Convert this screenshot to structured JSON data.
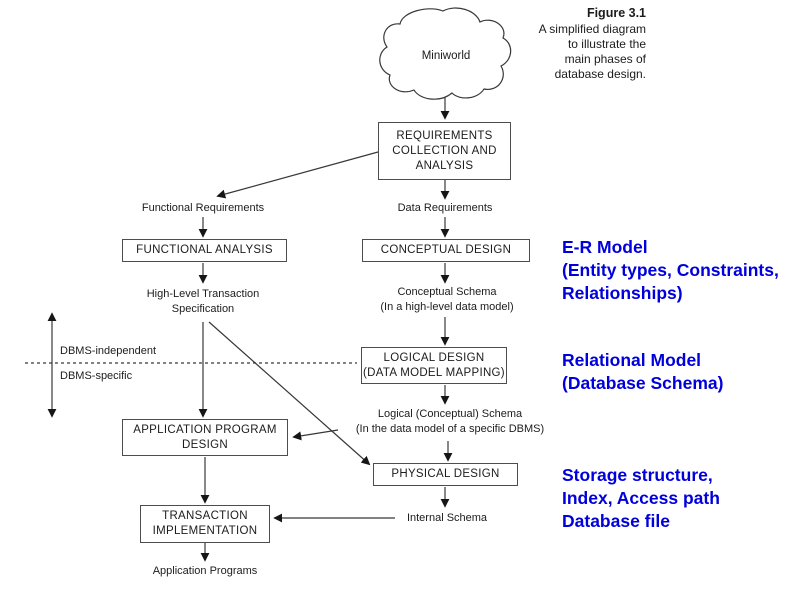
{
  "colors": {
    "annotation_blue": "#0000dc",
    "diagram_line": "#383838"
  },
  "figure_caption": {
    "title": "Figure 3.1",
    "lines": [
      "A simplified diagram",
      "to illustrate the",
      "main phases of",
      "database design."
    ]
  },
  "cloud": {
    "label": "Miniworld"
  },
  "boxes": {
    "requirements": {
      "lines": [
        "REQUIREMENTS",
        "COLLECTION AND",
        "ANALYSIS"
      ]
    },
    "functional_analysis": {
      "lines": [
        "FUNCTIONAL ANALYSIS"
      ]
    },
    "conceptual_design": {
      "lines": [
        "CONCEPTUAL DESIGN"
      ]
    },
    "logical_design": {
      "lines": [
        "LOGICAL DESIGN",
        "(DATA MODEL MAPPING)"
      ]
    },
    "application_program_design": {
      "lines": [
        "APPLICATION PROGRAM",
        "DESIGN"
      ]
    },
    "physical_design": {
      "lines": [
        "PHYSICAL DESIGN"
      ]
    },
    "transaction_implementation": {
      "lines": [
        "TRANSACTION",
        "IMPLEMENTATION"
      ]
    }
  },
  "labels": {
    "functional_requirements": "Functional Requirements",
    "data_requirements": "Data Requirements",
    "high_level_transaction": {
      "lines": [
        "High-Level Transaction",
        "Specification"
      ]
    },
    "conceptual_schema": {
      "lines": [
        "Conceptual Schema",
        "(In a high-level data model)"
      ]
    },
    "logical_schema": {
      "lines": [
        "Logical (Conceptual) Schema",
        "(In the data model of a specific DBMS)"
      ]
    },
    "internal_schema": "Internal Schema",
    "application_programs": "Application Programs",
    "dbms_independent": "DBMS-independent",
    "dbms_specific": "DBMS-specific"
  },
  "annotations": {
    "er_model": {
      "lines": [
        "E-R Model",
        "(Entity types, Constraints,",
        "Relationships)"
      ]
    },
    "relational_model": {
      "lines": [
        "Relational Model",
        "(Database Schema)"
      ]
    },
    "storage": {
      "lines": [
        "Storage structure,",
        "Index, Access path",
        "Database file"
      ]
    }
  }
}
